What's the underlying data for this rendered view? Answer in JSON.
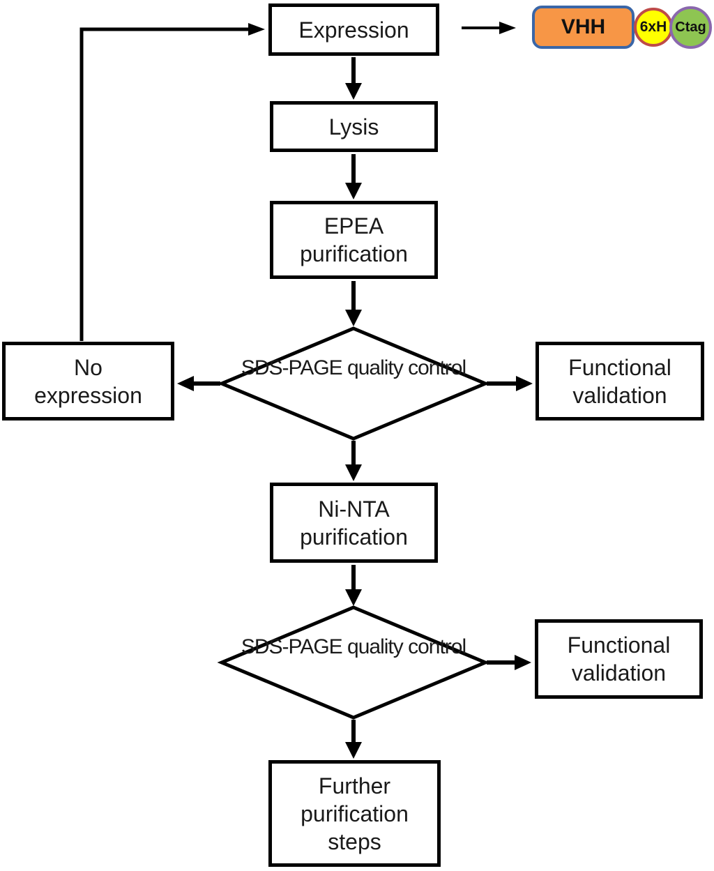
{
  "figure": {
    "type": "flowchart",
    "background": "#FFFFFF",
    "line_color": "#000000",
    "box_fill": "#FFFFFF",
    "box_border": "#000000"
  },
  "nodes": {
    "expression": {
      "label": "Expression",
      "shape": "process"
    },
    "lysis": {
      "label": "Lysis",
      "shape": "process"
    },
    "epea_purification": {
      "label": "EPEA purification",
      "shape": "process"
    },
    "qc1": {
      "label": "SDS-PAGE quality control",
      "shape": "decision"
    },
    "no_expression": {
      "label": "No expression",
      "shape": "process"
    },
    "functional_validation_1": {
      "label": "Functional validation",
      "shape": "process"
    },
    "ni_nta_purification": {
      "label": "Ni-NTA purification",
      "shape": "process"
    },
    "qc2": {
      "label": "SDS-PAGE quality control",
      "shape": "decision"
    },
    "functional_validation_2": {
      "label": "Functional validation",
      "shape": "process"
    },
    "further_purification": {
      "label": "Further purification steps",
      "shape": "process"
    }
  },
  "construct": {
    "vhh": {
      "label": "VHH",
      "fill": "#F79646",
      "border": "#3A66A7"
    },
    "his_tag": {
      "label": "6xH",
      "fill": "#FFFF00",
      "border": "#BE4B48"
    },
    "ctag": {
      "label": "Ctag",
      "fill": "#8EC552",
      "border": "#8A67AD"
    }
  },
  "edges": [
    {
      "from": "expression",
      "to": "vhh_construct"
    },
    {
      "from": "expression",
      "to": "lysis"
    },
    {
      "from": "lysis",
      "to": "epea_purification"
    },
    {
      "from": "epea_purification",
      "to": "qc1"
    },
    {
      "from": "qc1",
      "to": "no_expression"
    },
    {
      "from": "qc1",
      "to": "functional_validation_1"
    },
    {
      "from": "qc1",
      "to": "ni_nta_purification"
    },
    {
      "from": "no_expression",
      "to": "expression"
    },
    {
      "from": "ni_nta_purification",
      "to": "qc2"
    },
    {
      "from": "qc2",
      "to": "functional_validation_2"
    },
    {
      "from": "qc2",
      "to": "further_purification"
    }
  ]
}
